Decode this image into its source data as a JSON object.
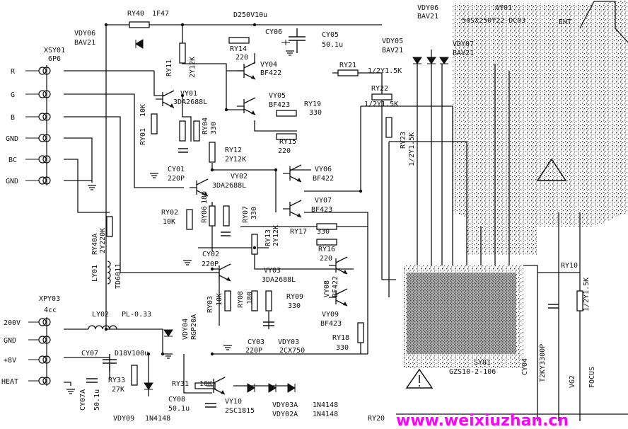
{
  "colors": {
    "ink": "#111111",
    "paper": "#ffffff",
    "watermark": "#ff00ff",
    "crt": "#c8c8c8"
  },
  "left_connector": {
    "ref": "XSY01",
    "type": "6P6",
    "pins": [
      "R",
      "G",
      "B",
      "GND",
      "BC",
      "GND"
    ]
  },
  "power_connector": {
    "ref": "XPY03",
    "type": "4cc",
    "pins": [
      "200V",
      "GND",
      "+8V",
      "HEAT"
    ]
  },
  "crt": {
    "ref": "AY01",
    "model": "54SX250Y22-DC03",
    "eht": "EHT"
  },
  "socket": {
    "ref": "SY01",
    "model": "GZS10-2-106"
  },
  "labels": {
    "ry40": "RY40",
    "f47": "1F47",
    "d250": "D250V10u",
    "vdy06a_ref": "VDY06",
    "vdy06a_type": "BAV21",
    "vdy06b_ref": "VDY06",
    "vdy06b_type": "BAV21",
    "vdy05_ref": "VDY05",
    "vdy05_type": "BAV21",
    "vdy07_ref": "VDY07",
    "vdy07_type": "BAV21",
    "cy06": "CY06",
    "cy05": "CY05",
    "cy05_val": "50.1u",
    "ry14": "RY14",
    "ry14_val": "220",
    "ry11": "RY11",
    "ry11_val": "2Y12K",
    "vy04": "VY04",
    "vy04_type": "BF422",
    "vy05": "VY05",
    "vy05_type": "BF423",
    "vy01": "VY01",
    "vy01_type": "3DA2688L",
    "ry21": "RY21",
    "ry21_val": "1/2Y1.5K",
    "ry22": "RY22",
    "ry22_val": "1/2Y1.5K",
    "ry19": "RY19",
    "ry19_val": "330",
    "ry01": "RY01",
    "ry01_val": "10K",
    "ry04": "RY04",
    "ry04_val": "330",
    "ry15": "RY15",
    "ry15_val": "220",
    "ry12": "RY12",
    "ry12_val": "2Y12K",
    "ry23": "RY23",
    "ry23_val": "1/2Y1.5K",
    "cy01": "CY01",
    "cy01_val": "220P",
    "vy02": "VY02",
    "vy02_type": "3DA2688L",
    "vy06": "VY06",
    "vy06_type": "BF422",
    "vy07": "VY07",
    "vy07_type": "BF423",
    "ry02": "RY02",
    "ry02_val": "10K",
    "ry06": "RY06",
    "ry06_val": "180",
    "ry07": "RY07",
    "ry07_val": "330",
    "ry13": "RY13",
    "ry13_val": "2Y12K",
    "ry17": "RY17",
    "ry17_val": "330",
    "cy02": "CY02",
    "cy02_val": "220P",
    "ry16": "RY16",
    "ry16_val": "220",
    "ry40a": "RY40A",
    "ry40a_val": "2Y220K",
    "ly01": "LY01",
    "ly01_val": "TD6011",
    "vy03": "VY03",
    "vy03_type": "3DA2688L",
    "vy08": "VY08",
    "vy08_type": "BF422",
    "vy09": "VY09",
    "vy09_type": "BF423",
    "ry03": "RY03",
    "ry03_val": "10K",
    "ry08": "RY08",
    "ry08_val": "180",
    "ry09": "RY09",
    "ry09_val": "330",
    "ry10": "RY10",
    "ry10_val": "1/2Y1.5K",
    "ly02": "LY02",
    "ly02_val": "PL-0.33",
    "vdy04": "VDY04",
    "vdy04_type": "RGP20A",
    "vdy03": "VDY03",
    "vdy03_type": "2CX750",
    "cy03": "CY03",
    "cy03_val": "220P",
    "ry18": "RY18",
    "ry18_val": "330",
    "cy07": "CY07",
    "d18": "D18V100u",
    "cy07a": "CY07A",
    "cy07a_val": "50.1u",
    "ry33": "RY33",
    "ry33_val": "27K",
    "ry31": "RY31",
    "ry31_val": "10K",
    "cy08": "CY08",
    "cy08_val": "50.1u",
    "vy10": "VY10",
    "vy10_type": "2SC1815",
    "vdy03a": "VDY03A",
    "vdy03a_type": "1N4148",
    "vdy02a": "VDY02A",
    "vdy02a_type": "1N4148",
    "vdy09": "VDY09",
    "vdy09_type": "1N4148",
    "cy04": "CY04",
    "cy04_val": "T2KY3300P",
    "vg2": "VG2",
    "focus": "FOCUS",
    "ry20": "RY20",
    "rgb_c": "2CX750"
  },
  "watermark": "www.weixiuzhan.cn"
}
